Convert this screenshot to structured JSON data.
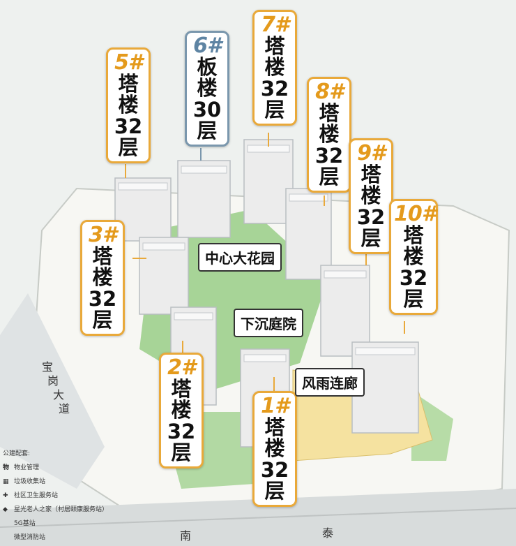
{
  "buildings": [
    {
      "id": "5#",
      "type": "塔楼",
      "floors": "32层"
    },
    {
      "id": "6#",
      "type": "板楼",
      "floors": "30层"
    },
    {
      "id": "7#",
      "type": "塔楼",
      "floors": "32层"
    },
    {
      "id": "8#",
      "type": "塔楼",
      "floors": "32层"
    },
    {
      "id": "9#",
      "type": "塔楼",
      "floors": "32层"
    },
    {
      "id": "10#",
      "type": "塔楼",
      "floors": "32层"
    },
    {
      "id": "3#",
      "type": "塔楼",
      "floors": "32层"
    },
    {
      "id": "2#",
      "type": "塔楼",
      "floors": "32层"
    },
    {
      "id": "1#",
      "type": "塔楼",
      "floors": "32层"
    }
  ],
  "areas": {
    "central_garden": "中心大花园",
    "sunken_courtyard": "下沉庭院",
    "covered_corridor": "风雨连廊"
  },
  "roads": {
    "west": [
      "宝",
      "岗",
      "大",
      "道"
    ],
    "south": [
      "南",
      "泰"
    ]
  },
  "legend": {
    "title": "公建配套:",
    "items": [
      {
        "icon": "物",
        "label": "物业管理"
      },
      {
        "icon": "▦",
        "label": "垃圾收集站"
      },
      {
        "icon": "✚",
        "label": "社区卫生服务站"
      },
      {
        "icon": "◆",
        "label": "星光老人之家（村居颐康服务站）"
      },
      {
        "icon": "",
        "label": "5G基站"
      },
      {
        "icon": "",
        "label": "微型消防站"
      }
    ]
  },
  "colors": {
    "tag_border": "#e9a93a",
    "tag_number": "#e49a1c",
    "tag_blue": "#5e84a3",
    "green": "#9fcf8f",
    "yellow": "#f6e3a0"
  }
}
